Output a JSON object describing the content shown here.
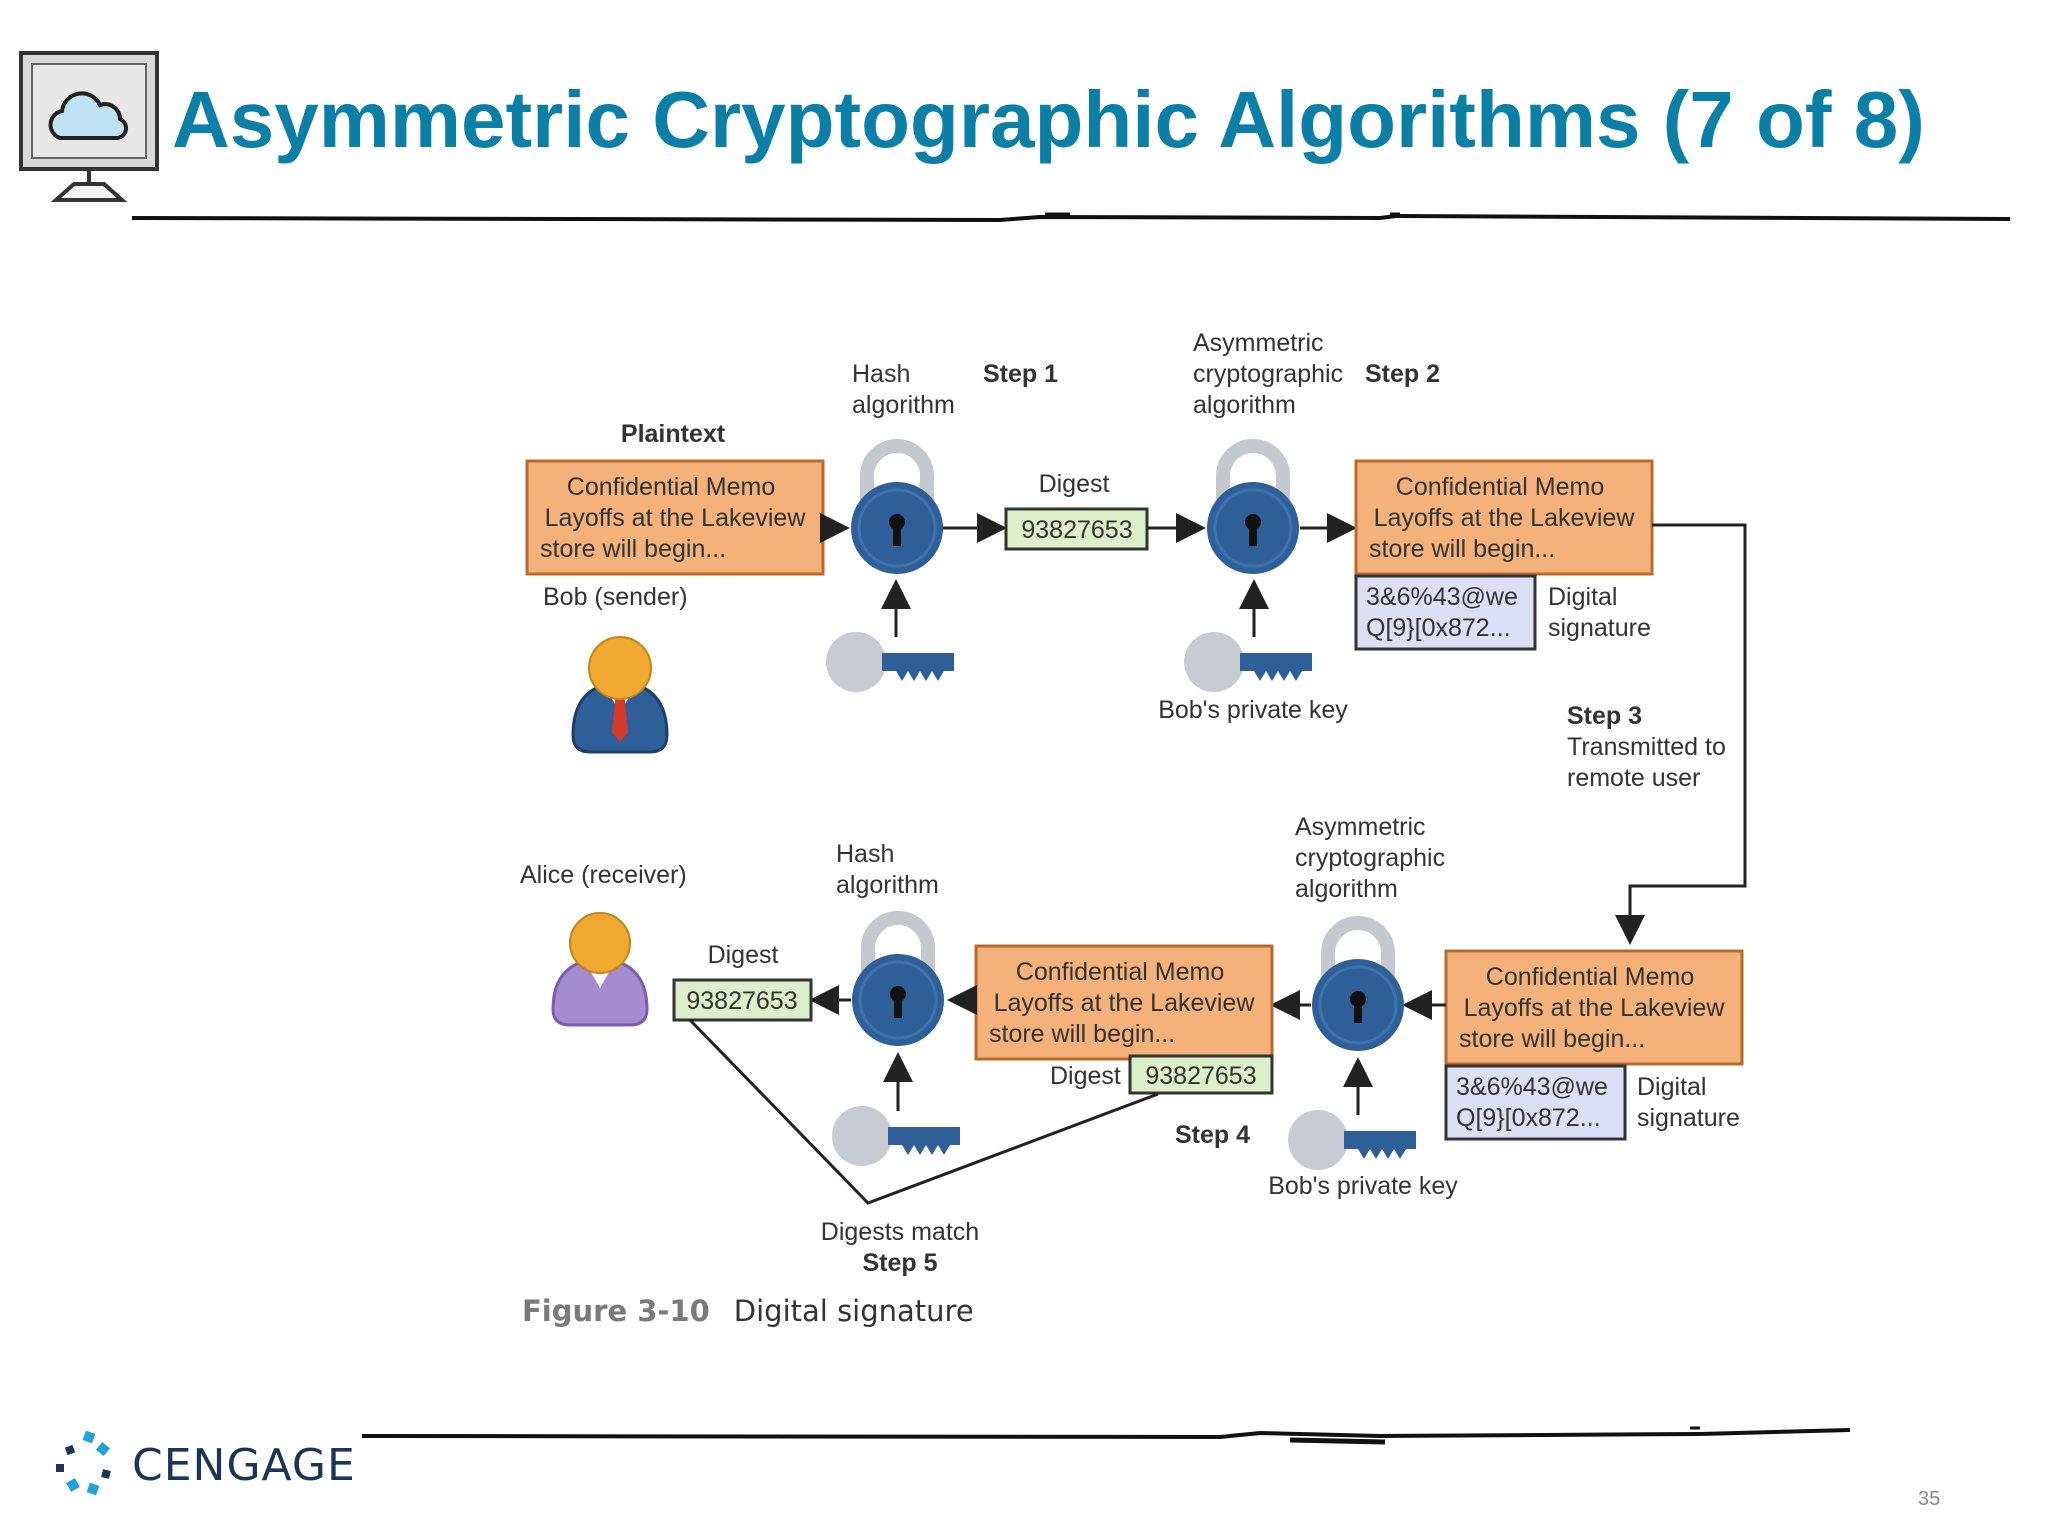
{
  "slide": {
    "title": "Asymmetric Cryptographic Algorithms (7 of 8)",
    "page_number": "35",
    "brand": "CENGAGE"
  },
  "icons": {
    "header": "cloud-monitor-icon",
    "lock": "padlock-icon",
    "key": "key-icon",
    "sender": "person-icon",
    "receiver": "person-icon",
    "brand": "cengage-logo-icon"
  },
  "colors": {
    "title": "#0b7fa6",
    "memo_fill": "#f4b27a",
    "memo_border": "#b86a2f",
    "digest_fill": "#dcefc9",
    "signature_fill": "#dde0f4",
    "lock_body": "#2f5f99",
    "key_head": "#c8ccd2",
    "key_shaft": "#2f5f99",
    "bob_body": "#2f5f99",
    "alice_body": "#a58bd0",
    "person_head": "#f0a830"
  },
  "diagram": {
    "memo_lines": [
      "Confidential Memo",
      "Layoffs at the Lakeview",
      "store will begin..."
    ],
    "signature_lines": [
      "3&6%43@we",
      "Q[9}[0x872..."
    ],
    "digest_value": "93827653",
    "labels": {
      "plaintext": "Plaintext",
      "bob": "Bob (sender)",
      "alice": "Alice (receiver)",
      "hash_algorithm": [
        "Hash",
        "algorithm"
      ],
      "asymmetric_algorithm": [
        "Asymmetric",
        "cryptographic",
        "algorithm"
      ],
      "digest": "Digest",
      "digital_signature": [
        "Digital",
        "signature"
      ],
      "bobs_private_key": "Bob's private key",
      "step1": "Step 1",
      "step2": "Step 2",
      "step3": "Step 3",
      "step3_desc": [
        "Transmitted to",
        "remote user"
      ],
      "step4": "Step 4",
      "step5": "Step 5",
      "digests_match": "Digests match"
    }
  },
  "figure": {
    "number": "Figure 3-10",
    "caption": "Digital signature"
  }
}
